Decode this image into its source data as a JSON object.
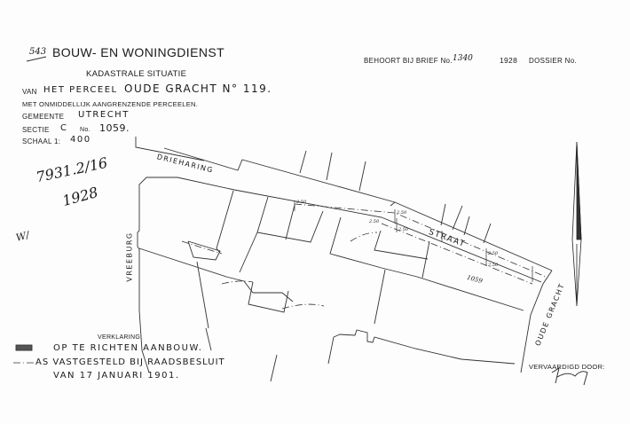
{
  "header": {
    "folio_mark": "543",
    "department": "BOUW- EN WONINGDIENST",
    "subtitle": "KADASTRALE SITUATIE",
    "van_label": "VAN",
    "perceel_label": "HET PERCEEL",
    "perceel_value": "OUDE GRACHT N° 119.",
    "adjacent_line": "MET ONMIDDELLIJK AANGRENZENDE PERCEELEN.",
    "gemeente_label": "GEMEENTE",
    "gemeente_value": "UTRECHT",
    "sectie_label": "SECTIE",
    "sectie_value": "C",
    "no_label": "No.",
    "no_value": "1059.",
    "schaal_label": "SCHAAL 1:",
    "schaal_value": "400"
  },
  "reference": {
    "behoort_label": "BEHOORT BIJ BRIEF No.",
    "brief_no": "1340",
    "year": "1928",
    "dossier_label": "DOSSIER No."
  },
  "annotations": {
    "handwritten_number": "7931.2/16",
    "handwritten_year": "1928",
    "margin_mark": "W/"
  },
  "map": {
    "streets": [
      "DRIEHARING",
      "VREEBURG",
      "STRAAT",
      "OUDE GRACHT"
    ],
    "parcel_number": "1059",
    "dimensions": [
      "2.50",
      "2.50",
      "2.50",
      "2.50",
      "2.50",
      "2.50"
    ]
  },
  "legend": {
    "title": "VERKLARING:",
    "item1": "OP TE RICHTEN AANBOUW.",
    "item2_line1": "AS VASTGESTELD BIJ RAADSBESLUIT",
    "item2_line2": "VAN 17 JANUARI 1901."
  },
  "footer": {
    "made_by_label": "VERVAARDIGD DOOR:",
    "signature": "Hjrvh"
  }
}
